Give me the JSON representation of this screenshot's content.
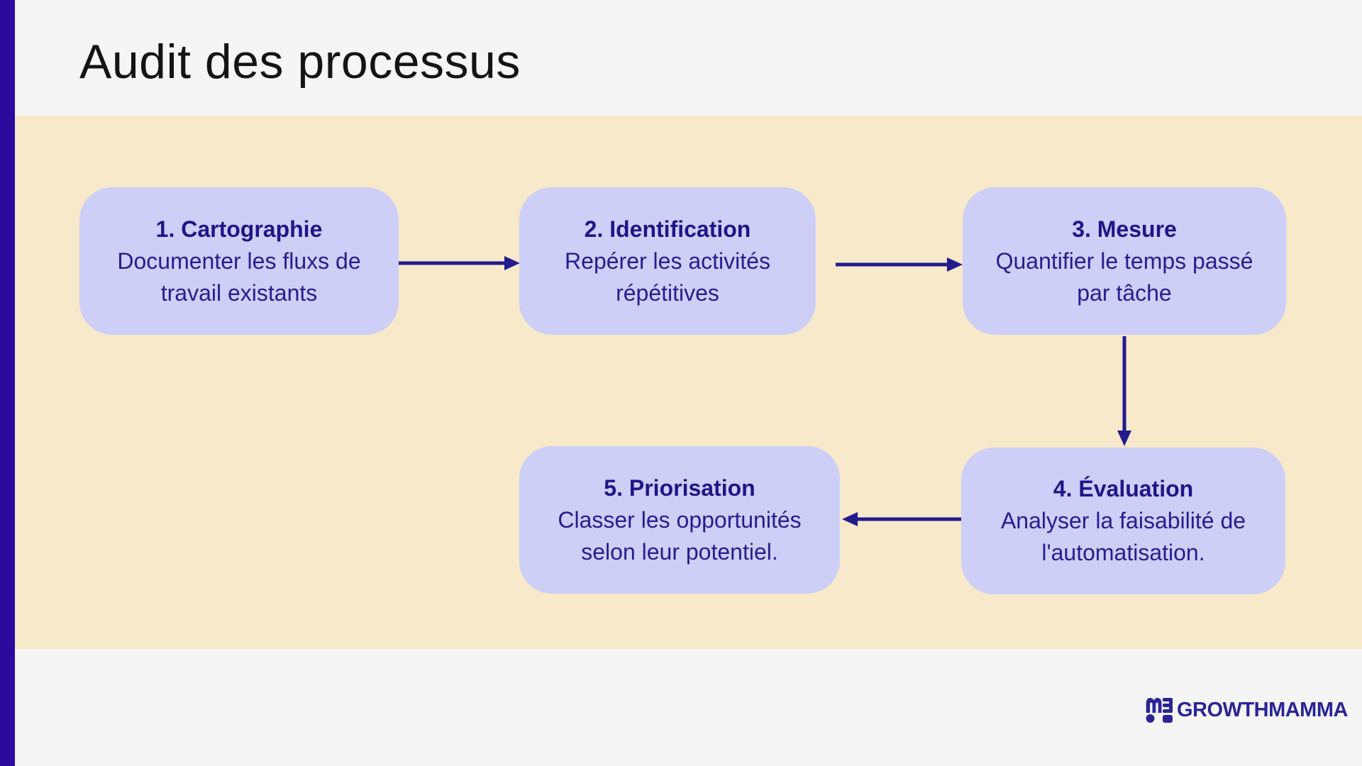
{
  "slide": {
    "title": "Audit des processus"
  },
  "steps": [
    {
      "title": "1. Cartographie",
      "description": "Documenter les fluxs de travail existants"
    },
    {
      "title": "2. Identification",
      "description": "Repérer les activités répétitives"
    },
    {
      "title": "3. Mesure",
      "description": "Quantifier le temps passé par tâche"
    },
    {
      "title": "4. Évaluation",
      "description": "Analyser la faisabilité de l'automatisation."
    },
    {
      "title": "5. Priorisation",
      "description": "Classer les opportunités selon leur potentiel."
    }
  ],
  "flow": {
    "connections": [
      "1. Cartographie -> 2. Identification",
      "2. Identification -> 3. Mesure",
      "3. Mesure -> 4. Évaluation",
      "4. Évaluation -> 5. Priorisation"
    ]
  },
  "logo": {
    "text": "GROWTHMAMMA",
    "icon": "growthmamma-mw-monogram-icon"
  },
  "colors": {
    "accent_bar": "#2b0a9e",
    "beige_band": "#f7e9c9",
    "box_fill": "#cdcff7",
    "navy_text": "#211b8d",
    "arrow": "#221c8e",
    "page_background": "#f5f5f6",
    "title_text": "#141414",
    "logo_navy": "#2b2496"
  }
}
